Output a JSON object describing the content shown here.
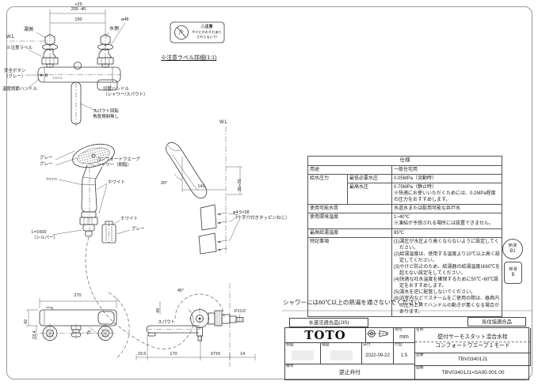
{
  "front_view": {
    "wl": "W.L",
    "dim_plus": "+25",
    "dim_main": "200 -40",
    "dim_pitch": "150",
    "dim_flange": "ø48",
    "hot": "湯側",
    "cold": "水側",
    "caution_label": "※注意ラベル",
    "safety_button": "安全ボタン\n（グレー）",
    "temp_handle": "温度調節ハンドル",
    "switch_handle": "切替ハンドル\n（シャワー/スパウト）",
    "spout_note": "スパウト回転\n角度規制無し",
    "brand": "TOTO"
  },
  "caution_detail": {
    "heading": "△注意",
    "line1": "やけどのおそれあり",
    "line2": "さわらないで!",
    "caption": "※注意ラベル詳細(1:1)"
  },
  "shower_view": {
    "gray_head": "グレー",
    "gray_face": "グレー",
    "product": "コンフォートウエーブ\nシャワー（樹脂）",
    "brand": "TOTO",
    "white_grip": "ホワイト",
    "hose": "L=1600\n（シルバー）",
    "white_part": "ホワイト",
    "gray_part": "グレー"
  },
  "hanger_view": {
    "wl": "W.L",
    "dim_length": "141",
    "dim_angle": "20°",
    "dim_range": "35~75",
    "screw": "φ4.5×38\n（十字穴付きタッピンねじ）"
  },
  "spec": {
    "title": "仕様",
    "usage_label": "用途",
    "usage": "一般住宅用",
    "supply_label": "給水圧力",
    "min_label": "最低必要水圧",
    "min": "0.05MPa（流動時）",
    "max_label": "最高水圧",
    "max": "0.75MPa（静止時）",
    "max_note": "※快適にお使いいただくためには、0.2MPa程度の圧力をおすすめします。",
    "quality_label": "使用可能水質",
    "quality": "水道水または飲用可能な井戸水",
    "ambient_label": "使用環境温度",
    "ambient": "1~40℃",
    "ambient_note": "※凍結が予想される場所には設置できません。",
    "hot_label": "最高給湯温度",
    "hot": "85℃",
    "notes_label": "特記事項",
    "notes": [
      "(1)湯圧が水圧より高くならないように設定してください。",
      "(2)給湯温度は、使用する温度より10℃以上高く設定してください。",
      "(3)やけど防止のため、給湯器の給湯温度は60℃を超えない設定をしてください。",
      "(4)快適な吐水温度を確保するために50℃~60℃設定をおすすめします。",
      "(5)湯水を逆に配管しないでください。",
      "(6)浴室内などでスチームをご使用の際は、器具内の圧力上昇でハンドルの動きが悪くなる場合があります。"
    ]
  },
  "warning": "シャワーには60℃以上の熱湯を通さないでください。",
  "badges": {
    "b1_kanji": "節湯",
    "b1_class": "B1",
    "b_kanji": "節湯",
    "b_class": "B"
  },
  "bottom_front": {
    "dim_width": "270",
    "dim_a": "42",
    "dim_b": "23.4",
    "dim_c": "45"
  },
  "bottom_side": {
    "spout": "スパウト",
    "thread": "PJ1/2",
    "dim_1": "15.5",
    "dim_2": "170",
    "dim_3": "97±5",
    "dim_4": "14",
    "dim_5": "49",
    "dim_6": "45°"
  },
  "title_block": {
    "tag_left": "水道法適合品(JIS)",
    "tag_right": "長住協適合品",
    "logo": "TOTO",
    "drawn_label": "製図",
    "checked_label": "検図",
    "date_label": "日付",
    "date": "2022-09-22",
    "scale_label": "尺度",
    "scale": "1:5",
    "unit_label": "単位",
    "unit": "mm",
    "remarks_label": "備考",
    "remarks": "逆止弁付",
    "name_label": "名称",
    "name1": "壁付サーモスタット混合水栓",
    "name2": "コンフォートウエーブ１モード",
    "part_label": "品番",
    "part_no": "TBV03401J1",
    "dwg_label": "図番",
    "dwg_no": "TBV03401J1=SA00.001.00"
  }
}
